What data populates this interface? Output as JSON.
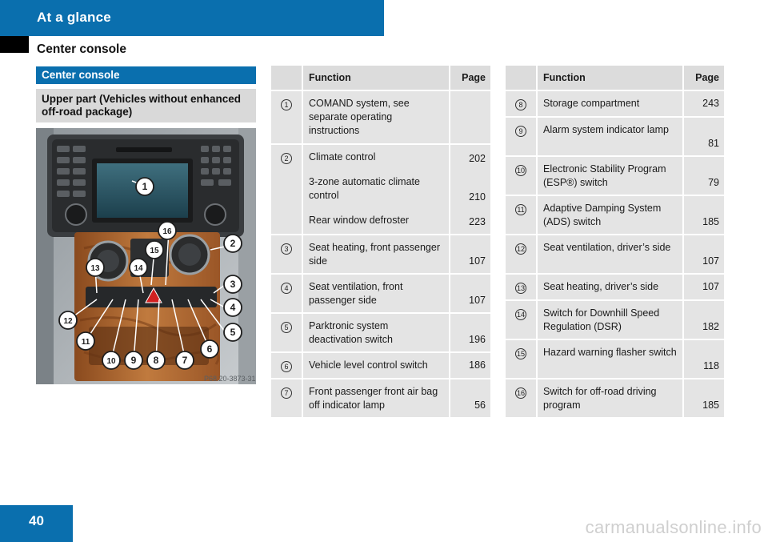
{
  "header": {
    "chapter": "At a glance",
    "section": "Center console"
  },
  "left": {
    "blue_heading": "Center console",
    "grey_heading": "Upper part (Vehicles without enhanced off-road package)",
    "photo_ref": "P68.20-3873-31",
    "callouts": [
      "1",
      "2",
      "3",
      "4",
      "5",
      "6",
      "7",
      "8",
      "9",
      "10",
      "11",
      "12",
      "13",
      "14",
      "15",
      "16"
    ]
  },
  "table_headers": {
    "function": "Function",
    "page": "Page"
  },
  "table1": [
    {
      "num": "1",
      "function": "COMAND system, see separate operating instructions",
      "page": ""
    },
    {
      "num": "2",
      "function": "Climate control",
      "function_b": "3-zone automatic climate control",
      "function_c": "Rear window defroster",
      "page": "202",
      "page_b": "210",
      "page_c": "223"
    },
    {
      "num": "3",
      "function": "Seat heating, front passenger side",
      "page": "107"
    },
    {
      "num": "4",
      "function": "Seat ventilation, front passenger side",
      "page": "107"
    },
    {
      "num": "5",
      "function": "Parktronic system deactivation switch",
      "page": "196"
    },
    {
      "num": "6",
      "function": "Vehicle level control switch",
      "page": "186"
    },
    {
      "num": "7",
      "function": "Front passenger front air bag off indicator lamp",
      "page": "56"
    }
  ],
  "table2": [
    {
      "num": "8",
      "function": "Storage compartment",
      "page": "243"
    },
    {
      "num": "9",
      "function": "Alarm system indicator lamp",
      "page": "81"
    },
    {
      "num": "10",
      "function": "Electronic Stability Program (ESP®) switch",
      "page": "79"
    },
    {
      "num": "11",
      "function": "Adaptive Damping System (ADS) switch",
      "page": "185"
    },
    {
      "num": "12",
      "function": "Seat ventilation, driver’s side",
      "page": "107"
    },
    {
      "num": "13",
      "function": "Seat heating, driver’s side",
      "page": "107"
    },
    {
      "num": "14",
      "function": "Switch for Downhill Speed Regulation (DSR)",
      "page": "182"
    },
    {
      "num": "15",
      "function": "Hazard warning flasher switch",
      "page": "118"
    },
    {
      "num": "16",
      "function": "Switch for off-road driving program",
      "page": "185"
    }
  ],
  "footer": {
    "page_number": "40",
    "watermark": "carmanualsonline.info"
  }
}
